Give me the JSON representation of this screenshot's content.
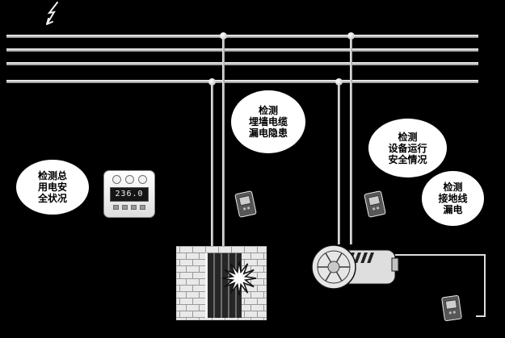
{
  "diagram": {
    "name": "electrical-leakage-monitoring-diagram",
    "callouts": [
      {
        "id": "main-power",
        "lines": [
          "检测总",
          "用电安",
          "全状况"
        ]
      },
      {
        "id": "wall-cable",
        "lines": [
          "检测",
          "埋墙电缆",
          "漏电隐患"
        ]
      },
      {
        "id": "equipment",
        "lines": [
          "检测",
          "设备运行",
          "安全情况"
        ]
      },
      {
        "id": "ground-wire",
        "lines": [
          "检测",
          "接地线",
          "漏电"
        ]
      }
    ],
    "meter": {
      "reading": "236.0"
    },
    "icons": {
      "lightning-icon": "zigzag lightning bolt on power line",
      "insulator-dot": "wire junction dot",
      "power-meter": "panel meter with LCD readout",
      "leakage-detector": "small handheld leakage detector",
      "brick-wall": "brick wall with embedded cable",
      "conduit-box": "embedded cable conduit",
      "spark-icon": "electric spark starburst",
      "motor-icon": "electric motor with fan face"
    },
    "colors": {
      "background": "#000000",
      "wire": "#d4d4d4",
      "callout_bg": "#ffffff",
      "callout_text": "#000000",
      "lcd_bg": "#151515",
      "lcd_text": "#f2f2f2"
    }
  }
}
